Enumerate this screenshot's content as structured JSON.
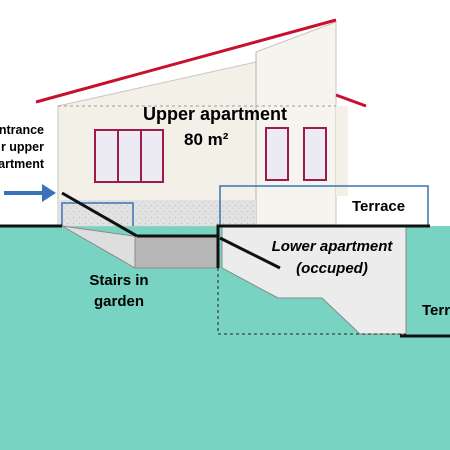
{
  "labels": {
    "upper_apartment": "Upper apartment",
    "upper_area": "80 m²",
    "entrance_line1": "ntrance",
    "entrance_line2": "r upper",
    "entrance_line3": "artment",
    "terrace_upper": "Terrace",
    "lower_line1": "Lower apartment",
    "lower_line2": "(occuped)",
    "stairs_line1": "Stairs in",
    "stairs_line2": "garden",
    "terrace_lower": "Terr"
  },
  "colors": {
    "ground": "#79d3c3",
    "wall": "#f3f0e8",
    "roof": "#c8102e",
    "window": "#9e1b4c",
    "window_fill": "#ecebf3",
    "railing": "#3a72b8",
    "arrow": "#3a72b8",
    "gravel": "#dcdcdc",
    "lower_wall": "#ececec",
    "stair_shade": "#b7b7b7"
  }
}
